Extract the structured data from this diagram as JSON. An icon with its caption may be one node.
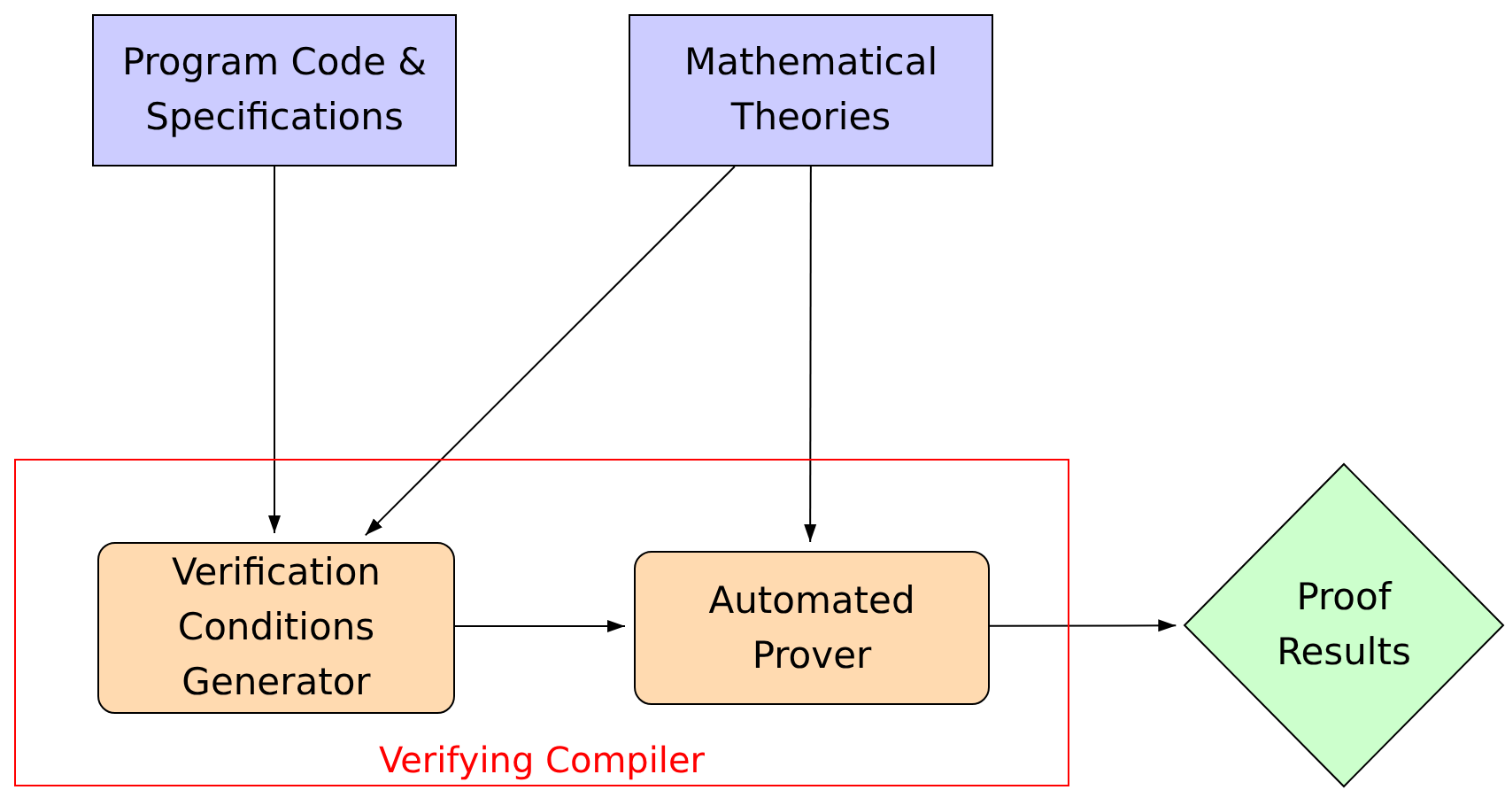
{
  "diagram": {
    "nodes": [
      {
        "text": [
          "Program Code & Specifications"
        ]
      },
      {
        "text": [
          "Mathematical Theories"
        ]
      },
      {
        "text": [
          "Verifying Compiler"
        ]
      },
      {
        "text": [
          "Verification Conditions Generator"
        ],
        "in": 2
      },
      {
        "text": [
          "Automated Prover"
        ],
        "in": 2
      },
      {
        "text": [
          "Proof Results"
        ]
      }
    ],
    "edges": [
      {
        "from": 0,
        "to": 3,
        "arrow": "to"
      },
      {
        "from": 1,
        "to": 3,
        "arrow": "to"
      },
      {
        "from": 1,
        "to": 4,
        "arrow": "to"
      },
      {
        "from": 3,
        "to": 4,
        "arrow": "to"
      },
      {
        "from": 4,
        "to": 5,
        "arrow": "to"
      }
    ]
  }
}
